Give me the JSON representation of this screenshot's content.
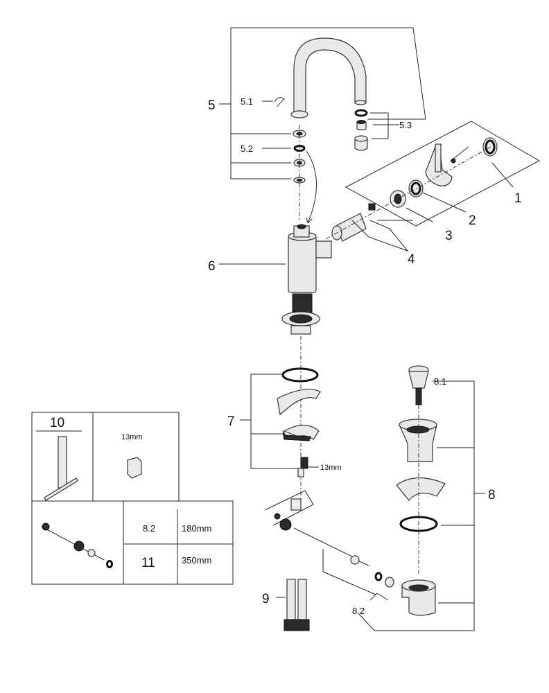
{
  "callouts": {
    "c1": "1",
    "c2": "2",
    "c3": "3",
    "c4": "4",
    "c5": "5",
    "c5_1": "5.1",
    "c5_2": "5.2",
    "c5_3": "5.3",
    "c6": "6",
    "c7": "7",
    "c8": "8",
    "c8_1": "8.1",
    "c8_2": "8.2",
    "c9": "9",
    "c10": "10",
    "c11": "11"
  },
  "dimensions": {
    "nut_13mm": "13mm",
    "tool_13mm": "13mm"
  },
  "table": {
    "row1_id": "8.2",
    "row1_len": "180mm",
    "row2_id": "11",
    "row2_len": "350mm"
  }
}
